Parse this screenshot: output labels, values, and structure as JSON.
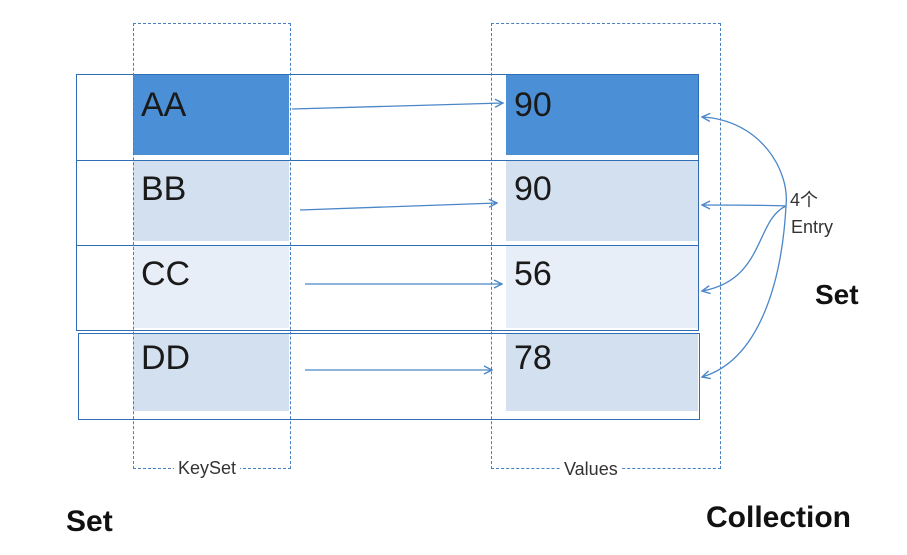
{
  "rows": [
    {
      "key": "AA",
      "value": "90",
      "highlight": true
    },
    {
      "key": "BB",
      "value": "90",
      "highlight": false
    },
    {
      "key": "CC",
      "value": "56",
      "highlight": false
    },
    {
      "key": "DD",
      "value": "78",
      "highlight": false
    }
  ],
  "keyset_label": "KeySet",
  "values_label": "Values",
  "entry_count_label": "4个",
  "entry_label": "Entry",
  "entry_set_label": "Set",
  "keyset_type_label": "Set",
  "values_type_label": "Collection",
  "colors": {
    "highlight": "#4b8fd6",
    "row_light_1": "#d3e0f0",
    "row_light_2": "#e8eef7",
    "row_light_3": "#d3e0f0",
    "line": "#4a86c8"
  }
}
